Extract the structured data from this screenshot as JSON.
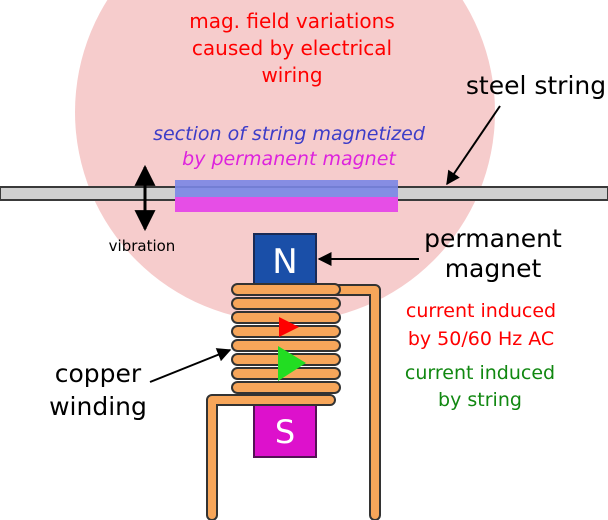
{
  "field_label": {
    "lines": [
      "mag. field variations",
      "caused by electrical",
      "wiring"
    ]
  },
  "steel_string_label": "steel string",
  "section_label": {
    "line1": "section of string magnetized",
    "line2": "by permanent magnet"
  },
  "vibration_label": "vibration",
  "permanent_magnet_label": {
    "line1": "permanent",
    "line2": "magnet"
  },
  "magnet_n": "N",
  "magnet_s": "S",
  "current_ac_label": {
    "line1": "current induced",
    "line2": "by 50/60 Hz AC"
  },
  "current_string_label": {
    "line1": "current induced",
    "line2": "by string"
  },
  "copper_label": {
    "line1": "copper",
    "line2": "winding"
  },
  "colors": {
    "field": "#f6cccc",
    "red_text": "#ff0000",
    "blue_text": "#3c3cc8",
    "magenta_text": "#dd22dd",
    "green_text": "#118811",
    "magnet_n": "#1a4fa8",
    "magnet_s": "#dd11cc",
    "copper": "#f7a65a",
    "string": "#d0d0d0"
  }
}
